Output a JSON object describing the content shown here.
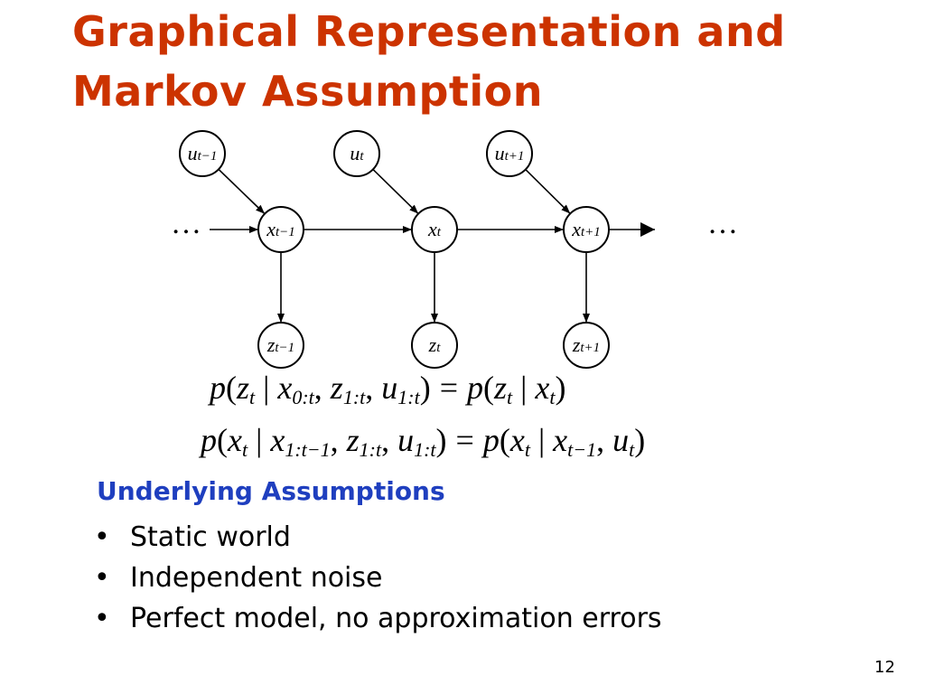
{
  "slide": {
    "title_line1": "Graphical Representation and",
    "title_line2": "Markov Assumption",
    "page_number": "12",
    "title_color": "#cc3300",
    "subheading_color": "#1f3fbf"
  },
  "diagram": {
    "ellipsis": "…",
    "nodes": [
      {
        "id": "u_tm1",
        "base": "u",
        "sub": "t−1"
      },
      {
        "id": "u_t",
        "base": "u",
        "sub": "t"
      },
      {
        "id": "u_tp1",
        "base": "u",
        "sub": "t+1"
      },
      {
        "id": "x_tm1",
        "base": "x",
        "sub": "t−1"
      },
      {
        "id": "x_t",
        "base": "x",
        "sub": "t"
      },
      {
        "id": "x_tp1",
        "base": "x",
        "sub": "t+1"
      },
      {
        "id": "z_tm1",
        "base": "z",
        "sub": "t−1"
      },
      {
        "id": "z_t",
        "base": "z",
        "sub": "t"
      },
      {
        "id": "z_tp1",
        "base": "z",
        "sub": "t+1"
      }
    ],
    "edges": [
      [
        "u_tm1",
        "x_tm1"
      ],
      [
        "u_t",
        "x_t"
      ],
      [
        "u_tp1",
        "x_tp1"
      ],
      [
        "x_tm1",
        "x_t"
      ],
      [
        "x_t",
        "x_tp1"
      ],
      [
        "x_tm1",
        "z_tm1"
      ],
      [
        "x_t",
        "z_t"
      ],
      [
        "x_tp1",
        "z_tp1"
      ]
    ]
  },
  "formulas": {
    "f1": {
      "lhs_p": "p",
      "lhs_var": "z",
      "lhs_sub": "t",
      "bar": "|",
      "c1": "x",
      "c1_sub": "0:t",
      "c2": "z",
      "c2_sub": "1:t",
      "c3": "u",
      "c3_sub": "1:t",
      "eq": "=",
      "rhs_p": "p",
      "rhs_var": "z",
      "rhs_sub": "t",
      "rhs_c1": "x",
      "rhs_c1_sub": "t"
    },
    "f2": {
      "lhs_p": "p",
      "lhs_var": "x",
      "lhs_sub": "t",
      "bar": "|",
      "c1": "x",
      "c1_sub": "1:t−1",
      "c2": "z",
      "c2_sub": "1:t",
      "c3": "u",
      "c3_sub": "1:t",
      "eq": "=",
      "rhs_p": "p",
      "rhs_var": "x",
      "rhs_sub": "t",
      "rhs_c1": "x",
      "rhs_c1_sub": "t−1",
      "rhs_c2": "u",
      "rhs_c2_sub": "t"
    }
  },
  "assumptions": {
    "heading": "Underlying Assumptions",
    "bullet_glyph": "•",
    "items": [
      "Static world",
      "Independent noise",
      "Perfect model, no approximation errors"
    ]
  }
}
